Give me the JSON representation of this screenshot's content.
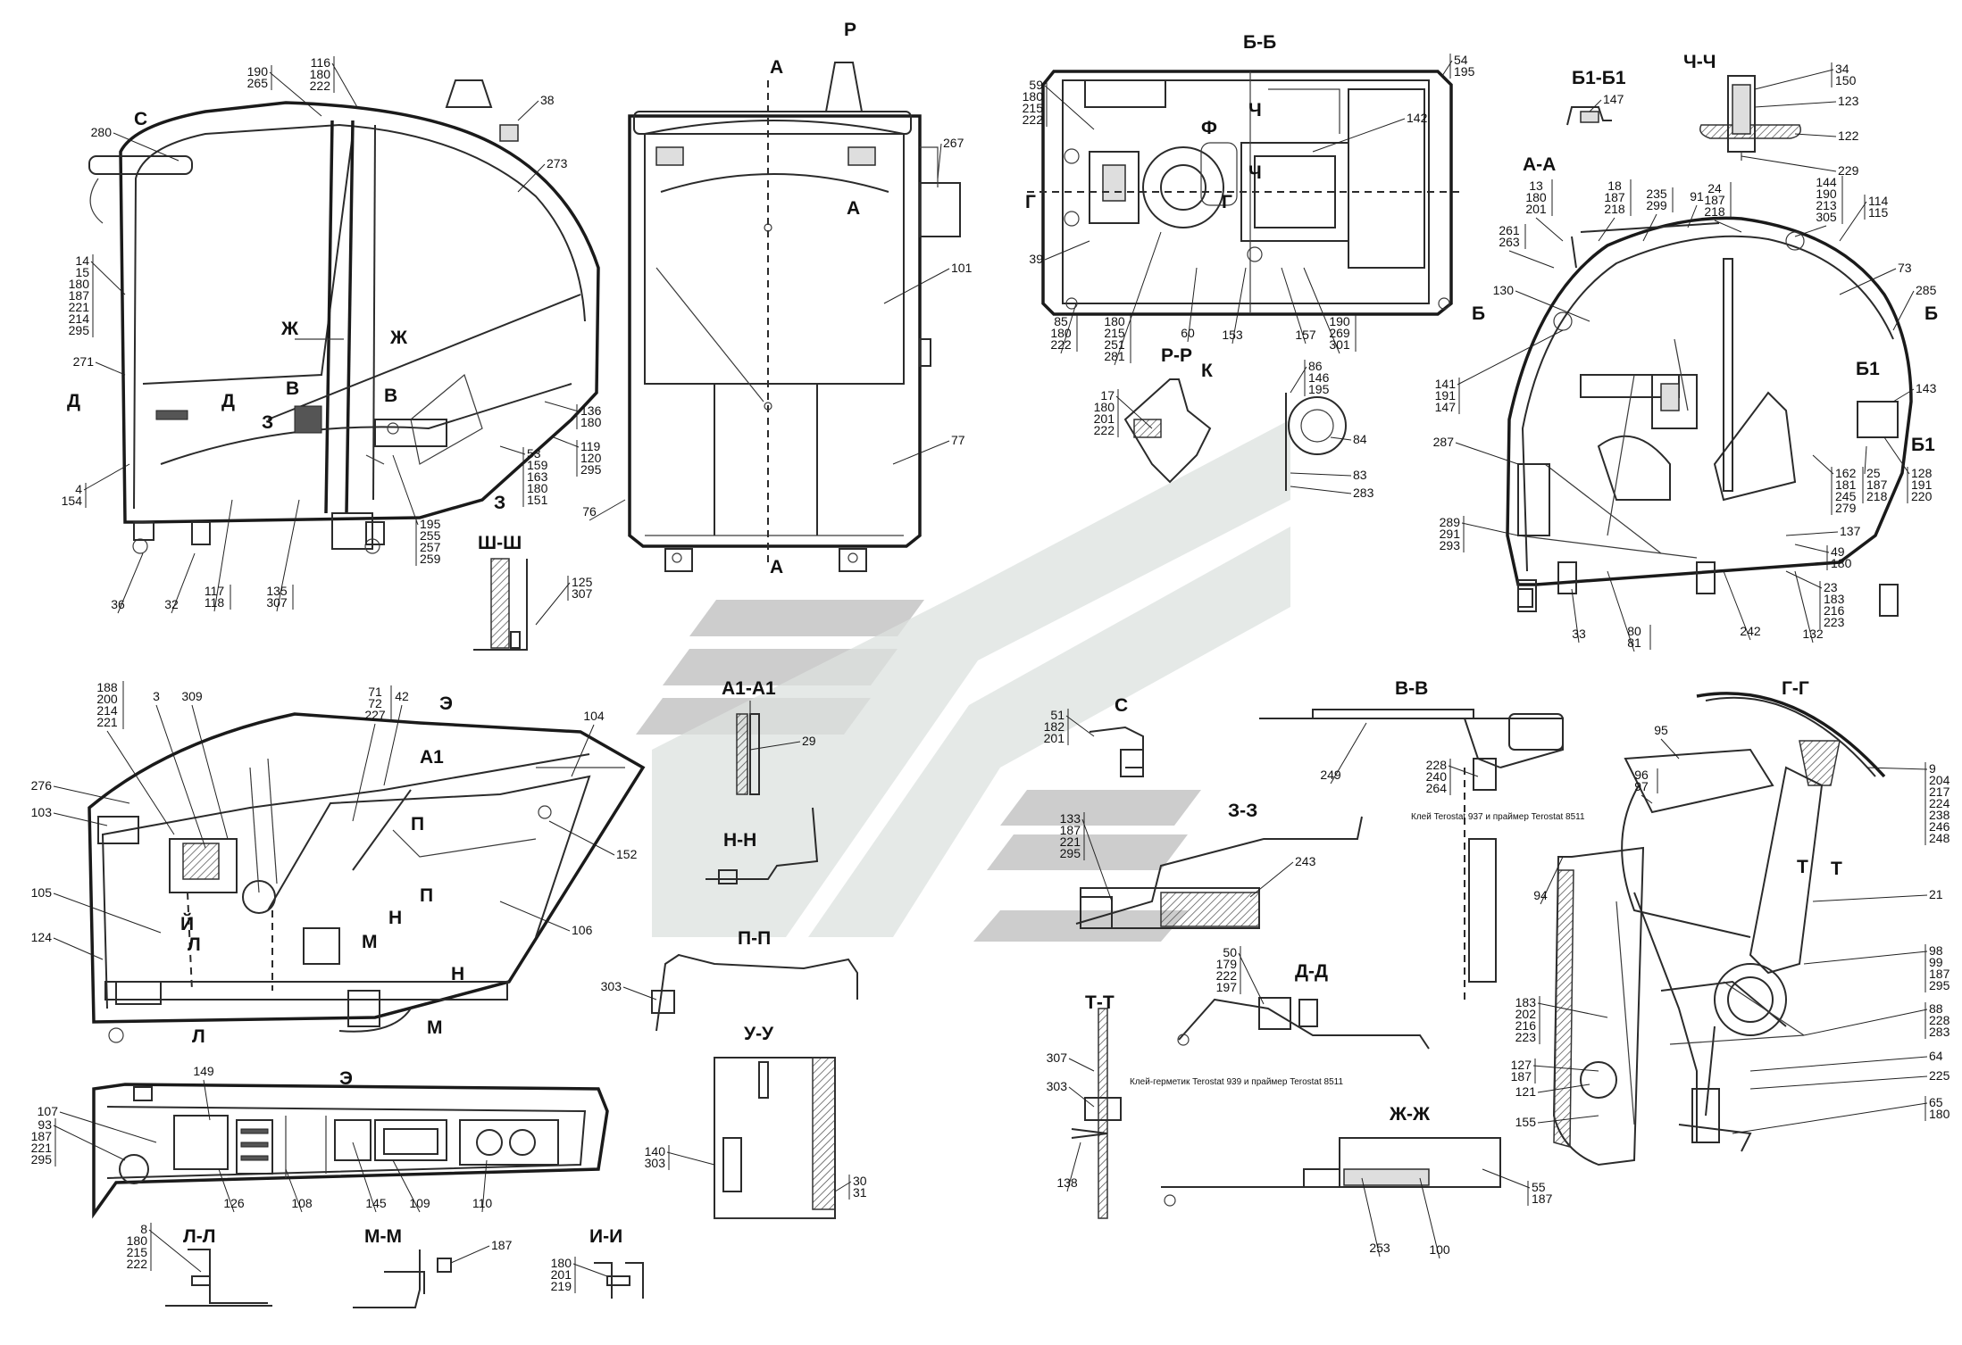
{
  "section_titles": [
    "Б-Б",
    "Б1-Б1",
    "Ч-Ч",
    "А-А",
    "Р-Р",
    "Ш-Ш",
    "В-В",
    "Г-Г",
    "С",
    "З-З",
    "Д-Д",
    "Ж-Ж",
    "Т-Т",
    "Н-Н",
    "П-П",
    "У-У",
    "Л-Л",
    "М-М",
    "И-И",
    "А1-А1",
    "Э"
  ],
  "section_marks": [
    "С",
    "Р",
    "А",
    "А",
    "А",
    "Ж",
    "Ж",
    "В",
    "В",
    "З",
    "З",
    "Д",
    "Д",
    "Г",
    "Г",
    "Ф",
    "Ч",
    "Ч",
    "К",
    "Б",
    "Б",
    "Б1",
    "Б1",
    "Э",
    "А1",
    "П",
    "П",
    "Й",
    "Л",
    "Л",
    "Н",
    "Н",
    "М",
    "М",
    "Т",
    "Т"
  ],
  "notes": [
    "Клей Terostat 937 и праймер Terostat 8511",
    "Клей-герметик Terostat 939 и праймер Terostat 8511"
  ],
  "callouts": [
    {
      "id": "c-190",
      "lines": [
        "190",
        "265"
      ]
    },
    {
      "id": "c-116",
      "lines": [
        "116",
        "180",
        "222"
      ]
    },
    {
      "id": "c-38",
      "lines": [
        "38"
      ]
    },
    {
      "id": "c-280",
      "lines": [
        "280"
      ]
    },
    {
      "id": "c-273",
      "lines": [
        "273"
      ]
    },
    {
      "id": "c-14",
      "lines": [
        "14",
        "15",
        "180",
        "187",
        "221",
        "214",
        "295"
      ]
    },
    {
      "id": "c-271",
      "lines": [
        "271"
      ]
    },
    {
      "id": "c-136",
      "lines": [
        "136",
        "180"
      ]
    },
    {
      "id": "c-119",
      "lines": [
        "119",
        "120",
        "295"
      ]
    },
    {
      "id": "c-53",
      "lines": [
        "53",
        "159",
        "163",
        "180",
        "151"
      ]
    },
    {
      "id": "c-4",
      "lines": [
        "4",
        "154"
      ]
    },
    {
      "id": "c-195",
      "lines": [
        "195",
        "255",
        "257",
        "259"
      ]
    },
    {
      "id": "c-36",
      "lines": [
        "36"
      ]
    },
    {
      "id": "c-32",
      "lines": [
        "32"
      ]
    },
    {
      "id": "c-117",
      "lines": [
        "117",
        "118"
      ]
    },
    {
      "id": "c-135",
      "lines": [
        "135",
        "307"
      ]
    },
    {
      "id": "c-125",
      "lines": [
        "125",
        "307"
      ]
    },
    {
      "id": "c-267",
      "lines": [
        "267"
      ]
    },
    {
      "id": "c-101",
      "lines": [
        "101"
      ]
    },
    {
      "id": "c-77",
      "lines": [
        "77"
      ]
    },
    {
      "id": "c-76",
      "lines": [
        "76"
      ]
    },
    {
      "id": "c-59",
      "lines": [
        "59",
        "180",
        "215",
        "222"
      ]
    },
    {
      "id": "c-39",
      "lines": [
        "39"
      ]
    },
    {
      "id": "c-85",
      "lines": [
        "85",
        "180",
        "222"
      ]
    },
    {
      "id": "c-180b",
      "lines": [
        "180",
        "215",
        "251",
        "281"
      ]
    },
    {
      "id": "c-60",
      "lines": [
        "60"
      ]
    },
    {
      "id": "c-153",
      "lines": [
        "153"
      ]
    },
    {
      "id": "c-157",
      "lines": [
        "157"
      ]
    },
    {
      "id": "c-190b",
      "lines": [
        "190",
        "269",
        "301"
      ]
    },
    {
      "id": "c-142",
      "lines": [
        "142"
      ]
    },
    {
      "id": "c-54",
      "lines": [
        "54",
        "195"
      ]
    },
    {
      "id": "c-147",
      "lines": [
        "147"
      ]
    },
    {
      "id": "c-34",
      "lines": [
        "34",
        "150"
      ]
    },
    {
      "id": "c-123",
      "lines": [
        "123"
      ]
    },
    {
      "id": "c-122",
      "lines": [
        "122"
      ]
    },
    {
      "id": "c-229",
      "lines": [
        "229"
      ]
    },
    {
      "id": "c-13",
      "lines": [
        "13",
        "180",
        "201"
      ]
    },
    {
      "id": "c-18",
      "lines": [
        "18",
        "187",
        "218"
      ]
    },
    {
      "id": "c-235",
      "lines": [
        "235",
        "299"
      ]
    },
    {
      "id": "c-91",
      "lines": [
        "91"
      ]
    },
    {
      "id": "c-24",
      "lines": [
        "24",
        "187",
        "218"
      ]
    },
    {
      "id": "c-144",
      "lines": [
        "144",
        "190",
        "213",
        "305"
      ]
    },
    {
      "id": "c-261",
      "lines": [
        "261",
        "263"
      ]
    },
    {
      "id": "c-114",
      "lines": [
        "114",
        "115"
      ]
    },
    {
      "id": "c-130",
      "lines": [
        "130"
      ]
    },
    {
      "id": "c-73",
      "lines": [
        "73"
      ]
    },
    {
      "id": "c-285",
      "lines": [
        "285"
      ]
    },
    {
      "id": "c-141",
      "lines": [
        "141",
        "191",
        "147"
      ]
    },
    {
      "id": "c-143",
      "lines": [
        "143"
      ]
    },
    {
      "id": "c-287",
      "lines": [
        "287"
      ]
    },
    {
      "id": "c-162",
      "lines": [
        "162",
        "181",
        "245",
        "279"
      ]
    },
    {
      "id": "c-25",
      "lines": [
        "25",
        "187",
        "218"
      ]
    },
    {
      "id": "c-128",
      "lines": [
        "128",
        "191",
        "220"
      ]
    },
    {
      "id": "c-137",
      "lines": [
        "137"
      ]
    },
    {
      "id": "c-49",
      "lines": [
        "49",
        "180"
      ]
    },
    {
      "id": "c-289",
      "lines": [
        "289",
        "291",
        "293"
      ]
    },
    {
      "id": "c-23",
      "lines": [
        "23",
        "183",
        "216",
        "223"
      ]
    },
    {
      "id": "c-33",
      "lines": [
        "33"
      ]
    },
    {
      "id": "c-80",
      "lines": [
        "80",
        "81"
      ]
    },
    {
      "id": "c-242",
      "lines": [
        "242"
      ]
    },
    {
      "id": "c-132",
      "lines": [
        "132"
      ]
    },
    {
      "id": "c-17",
      "lines": [
        "17",
        "180",
        "201",
        "222"
      ]
    },
    {
      "id": "c-86",
      "lines": [
        "86",
        "146",
        "195"
      ]
    },
    {
      "id": "c-84",
      "lines": [
        "84"
      ]
    },
    {
      "id": "c-83",
      "lines": [
        "83"
      ]
    },
    {
      "id": "c-283",
      "lines": [
        "283"
      ]
    },
    {
      "id": "c-188",
      "lines": [
        "188",
        "200",
        "214",
        "221"
      ]
    },
    {
      "id": "c-3",
      "lines": [
        "3"
      ]
    },
    {
      "id": "c-309",
      "lines": [
        "309"
      ]
    },
    {
      "id": "c-71",
      "lines": [
        "71",
        "72",
        "227"
      ]
    },
    {
      "id": "c-42",
      "lines": [
        "42"
      ]
    },
    {
      "id": "c-104",
      "lines": [
        "104"
      ]
    },
    {
      "id": "c-276",
      "lines": [
        "276"
      ]
    },
    {
      "id": "c-103",
      "lines": [
        "103"
      ]
    },
    {
      "id": "c-152",
      "lines": [
        "152"
      ]
    },
    {
      "id": "c-105",
      "lines": [
        "105"
      ]
    },
    {
      "id": "c-106",
      "lines": [
        "106"
      ]
    },
    {
      "id": "c-124",
      "lines": [
        "124"
      ]
    },
    {
      "id": "c-149",
      "lines": [
        "149"
      ]
    },
    {
      "id": "c-107",
      "lines": [
        "107"
      ]
    },
    {
      "id": "c-93",
      "lines": [
        "93",
        "187",
        "221",
        "295"
      ]
    },
    {
      "id": "c-126",
      "lines": [
        "126"
      ]
    },
    {
      "id": "c-108",
      "lines": [
        "108"
      ]
    },
    {
      "id": "c-145",
      "lines": [
        "145"
      ]
    },
    {
      "id": "c-109",
      "lines": [
        "109"
      ]
    },
    {
      "id": "c-110",
      "lines": [
        "110"
      ]
    },
    {
      "id": "c-8",
      "lines": [
        "8",
        "180",
        "215",
        "222"
      ]
    },
    {
      "id": "c-187m",
      "lines": [
        "187"
      ]
    },
    {
      "id": "c-180i",
      "lines": [
        "180",
        "201",
        "219"
      ]
    },
    {
      "id": "c-29",
      "lines": [
        "29"
      ]
    },
    {
      "id": "c-303p",
      "lines": [
        "303"
      ]
    },
    {
      "id": "c-140",
      "lines": [
        "140",
        "303"
      ]
    },
    {
      "id": "c-30",
      "lines": [
        "30",
        "31"
      ]
    },
    {
      "id": "c-51",
      "lines": [
        "51",
        "182",
        "201"
      ]
    },
    {
      "id": "c-133",
      "lines": [
        "133",
        "187",
        "221",
        "295"
      ]
    },
    {
      "id": "c-243",
      "lines": [
        "243"
      ]
    },
    {
      "id": "c-249",
      "lines": [
        "249"
      ]
    },
    {
      "id": "c-228",
      "lines": [
        "228",
        "240",
        "264"
      ]
    },
    {
      "id": "c-50",
      "lines": [
        "50",
        "179",
        "222",
        "197"
      ]
    },
    {
      "id": "c-307t",
      "lines": [
        "307"
      ]
    },
    {
      "id": "c-303t",
      "lines": [
        "303"
      ]
    },
    {
      "id": "c-138",
      "lines": [
        "138"
      ]
    },
    {
      "id": "c-253",
      "lines": [
        "253"
      ]
    },
    {
      "id": "c-100",
      "lines": [
        "100"
      ]
    },
    {
      "id": "c-55",
      "lines": [
        "55",
        "187"
      ]
    },
    {
      "id": "c-95",
      "lines": [
        "95"
      ]
    },
    {
      "id": "c-96",
      "lines": [
        "96",
        "97"
      ]
    },
    {
      "id": "c-9",
      "lines": [
        "9",
        "204",
        "217",
        "224",
        "238",
        "246",
        "248"
      ]
    },
    {
      "id": "c-94",
      "lines": [
        "94"
      ]
    },
    {
      "id": "c-21",
      "lines": [
        "21"
      ]
    },
    {
      "id": "c-98",
      "lines": [
        "98",
        "99",
        "187",
        "295"
      ]
    },
    {
      "id": "c-183",
      "lines": [
        "183",
        "202",
        "216",
        "223"
      ]
    },
    {
      "id": "c-88",
      "lines": [
        "88",
        "228",
        "283"
      ]
    },
    {
      "id": "c-127",
      "lines": [
        "127",
        "187"
      ]
    },
    {
      "id": "c-64",
      "lines": [
        "64"
      ]
    },
    {
      "id": "c-121",
      "lines": [
        "121"
      ]
    },
    {
      "id": "c-225",
      "lines": [
        "225"
      ]
    },
    {
      "id": "c-155",
      "lines": [
        "155"
      ]
    },
    {
      "id": "c-65",
      "lines": [
        "65",
        "180"
      ]
    }
  ]
}
